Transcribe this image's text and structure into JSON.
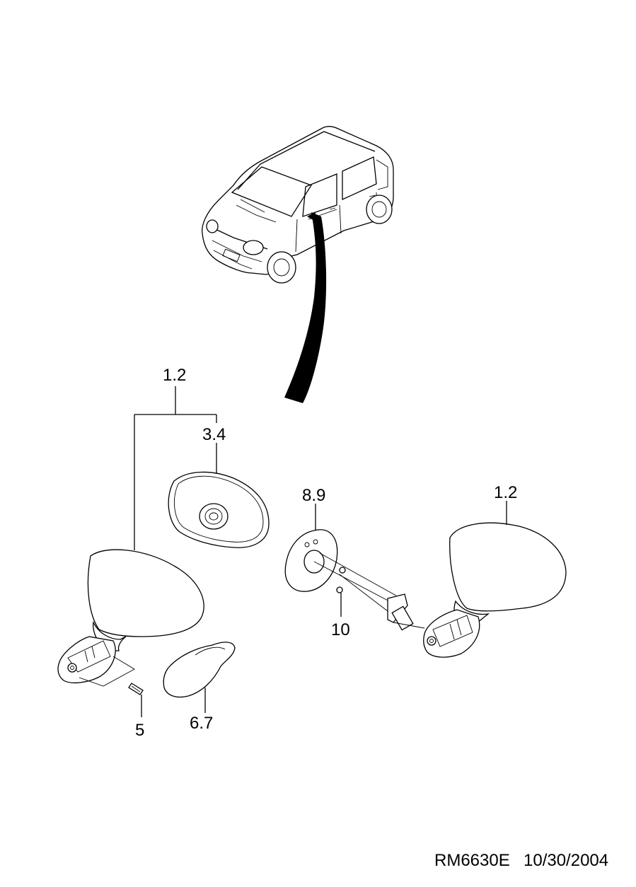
{
  "diagram": {
    "callouts": [
      {
        "id": "mirror-assembly-left",
        "text": "1.2"
      },
      {
        "id": "mirror-glass",
        "text": "3.4"
      },
      {
        "id": "screw",
        "text": "5"
      },
      {
        "id": "cover",
        "text": "6.7"
      },
      {
        "id": "gasket",
        "text": "8.9"
      },
      {
        "id": "mirror-assembly-right",
        "text": "1.2"
      },
      {
        "id": "nut",
        "text": "10"
      }
    ],
    "footer": {
      "code": "RM6630E",
      "date": "10/30/2004"
    }
  }
}
